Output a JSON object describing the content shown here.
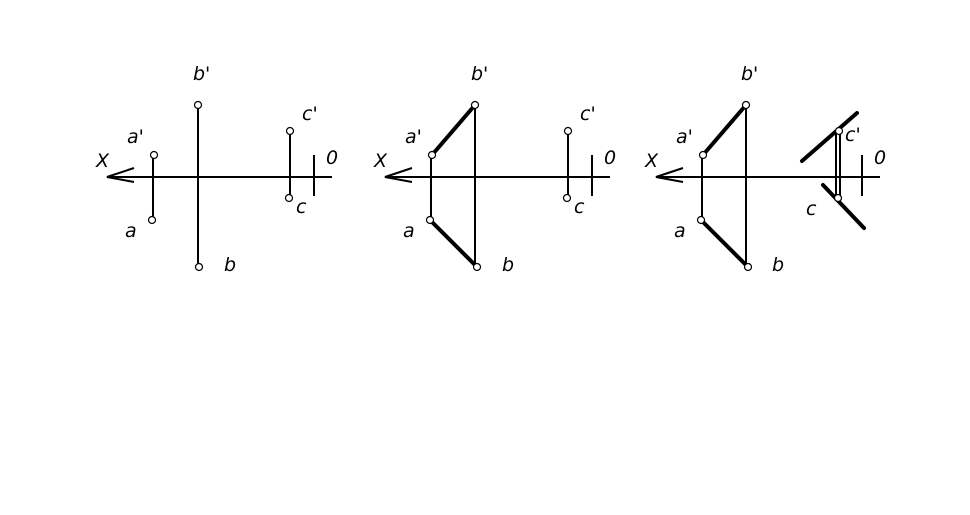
{
  "colors": {
    "background": "#ffffff",
    "ink": "#000000"
  },
  "panels": [
    {
      "id": "panel-1",
      "labels": {
        "x": "X",
        "o": "0",
        "a_prime": "a'",
        "a": "a",
        "b_prime": "b'",
        "b": "b",
        "c_prime": "c'",
        "c": "c"
      }
    },
    {
      "id": "panel-2",
      "labels": {
        "x": "X",
        "o": "0",
        "a_prime": "a'",
        "a": "a",
        "b_prime": "b'",
        "b": "b",
        "c_prime": "c'",
        "c": "c"
      }
    },
    {
      "id": "panel-3",
      "labels": {
        "x": "X",
        "o": "0",
        "a_prime": "a'",
        "a": "a",
        "b_prime": "b'",
        "b": "b",
        "c_prime": "c'",
        "c": "c"
      }
    }
  ]
}
